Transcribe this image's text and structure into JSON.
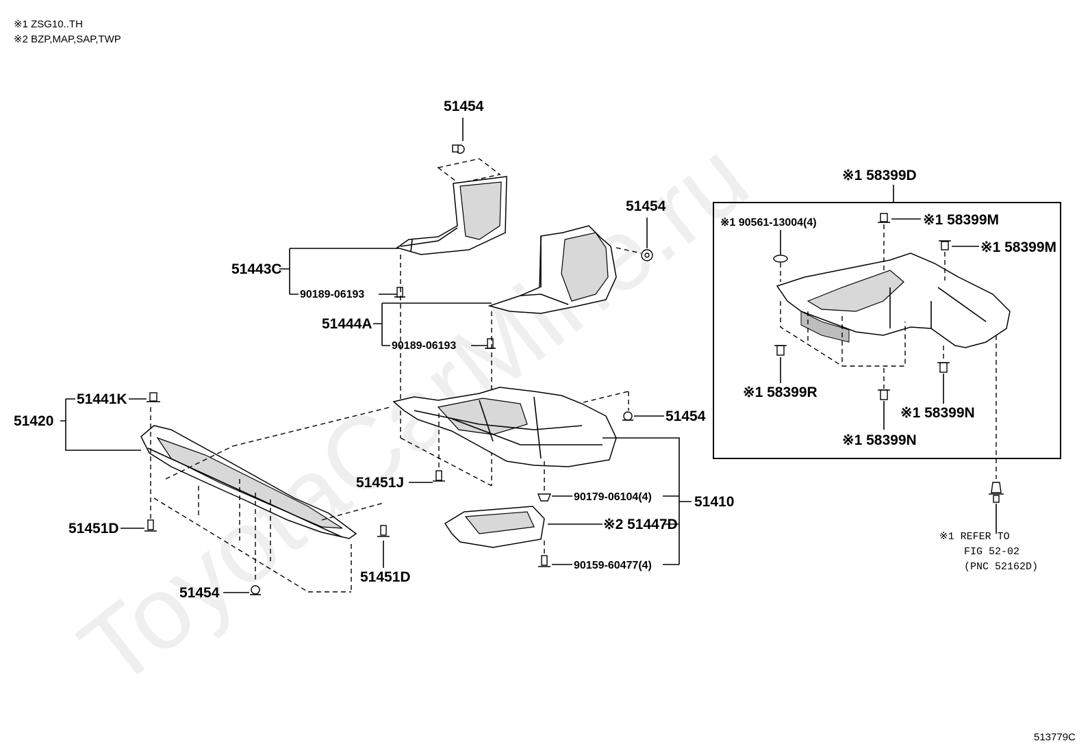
{
  "notes": {
    "n1": "※1 ZSG10..TH",
    "n2": "※2 BZP,MAP,SAP,TWP"
  },
  "watermark": "ToyotaCarMine.ru",
  "figure_code": "513779C",
  "labels": {
    "p51454_top": "51454",
    "p51454_mid": "51454",
    "p51454_right": "51454",
    "p51454_bottom": "51454",
    "p51443C": "51443C",
    "p90189_a": "90189-06193",
    "p51444A": "51444A",
    "p90189_b": "90189-06193",
    "p51441K": "51441K",
    "p51420": "51420",
    "p51451J": "51451J",
    "p51451D_left": "51451D",
    "p51451D_right": "51451D",
    "p90179": "90179-06104(4)",
    "p51447D": "※2 51447D",
    "p90159": "90159-60477(4)",
    "p51410": "51410",
    "p58399D": "※1 58399D",
    "p190561": "※1 90561-13004(4)",
    "p58399M_a": "※1 58399M",
    "p58399M_b": "※1 58399M",
    "p58399R": "※1 58399R",
    "p58399N_a": "※1 58399N",
    "p58399N_b": "※1 58399N",
    "refer_line1": "※1 REFER TO",
    "refer_line2": "FIG 52-02",
    "refer_line3": "(PNC 52162D)"
  }
}
